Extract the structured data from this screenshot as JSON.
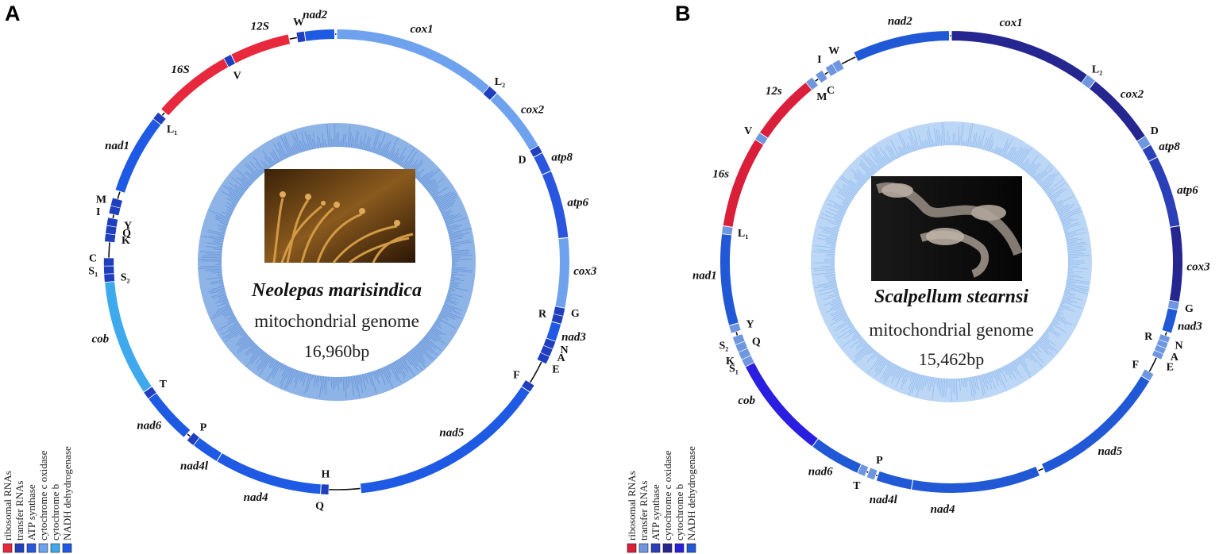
{
  "panels": [
    {
      "letter": "A",
      "species": "Neolepas marisindica",
      "subtitle": "mitochondrial genome",
      "length": "16,960bp",
      "colors": {
        "rRNA": "#e8283c",
        "tRNA": "#1f3fbf",
        "atp": "#2a55df",
        "cox": "#6fa2ee",
        "cob": "#3fa9ee",
        "nad": "#1e5ae3"
      },
      "genes": [
        {
          "name": "cox1",
          "type": "cox",
          "start": 0,
          "end": 41
        },
        {
          "name": "L2",
          "type": "tRNA",
          "start": 41,
          "end": 43.5
        },
        {
          "name": "cox2",
          "type": "cox",
          "start": 43.5,
          "end": 60
        },
        {
          "name": "D",
          "type": "tRNA",
          "start": 60,
          "end": 62
        },
        {
          "name": "atp8",
          "type": "atp",
          "start": 62,
          "end": 67
        },
        {
          "name": "atp6",
          "type": "atp",
          "start": 67,
          "end": 84
        },
        {
          "name": "cox3",
          "type": "cox",
          "start": 84,
          "end": 101.5
        },
        {
          "name": "G",
          "type": "tRNA",
          "start": 101.5,
          "end": 103.5
        },
        {
          "name": "R",
          "type": "tRNA",
          "start": 103.5,
          "end": 105.5
        },
        {
          "name": "nad3",
          "type": "nad",
          "start": 105.5,
          "end": 110
        },
        {
          "name": "N",
          "type": "tRNA",
          "start": 110,
          "end": 112
        },
        {
          "name": "A",
          "type": "tRNA",
          "start": 112,
          "end": 114
        },
        {
          "name": "E",
          "type": "tRNA",
          "start": 114,
          "end": 116
        },
        {
          "name": "F",
          "type": "tRNA",
          "start": 122,
          "end": 124
        },
        {
          "name": "nad5",
          "type": "nad",
          "start": 124,
          "end": 174
        },
        {
          "name": "H",
          "type": "tRNA",
          "start": 182,
          "end": 184
        },
        {
          "name": "nad4",
          "type": "nad",
          "start": 184,
          "end": 211
        },
        {
          "name": "nad4l",
          "type": "nad",
          "start": 211,
          "end": 218
        },
        {
          "name": "P",
          "type": "tRNA",
          "start": 218,
          "end": 220
        },
        {
          "name": "nad6",
          "type": "nad",
          "start": 221,
          "end": 234
        },
        {
          "name": "T",
          "type": "tRNA",
          "start": 234,
          "end": 236
        },
        {
          "name": "cob",
          "type": "cob",
          "start": 236,
          "end": 265
        },
        {
          "name": "S2",
          "type": "tRNA",
          "start": 265,
          "end": 267
        },
        {
          "name": "S1",
          "type": "tRNA",
          "start": 267,
          "end": 269
        },
        {
          "name": "C",
          "type": "tRNA",
          "start": 269,
          "end": 271
        },
        {
          "name": "K",
          "type": "tRNA",
          "start": 275,
          "end": 277
        },
        {
          "name": "Q",
          "type": "tRNA",
          "start": 277,
          "end": 279
        },
        {
          "name": "Y",
          "type": "tRNA",
          "start": 279,
          "end": 281
        },
        {
          "name": "I",
          "type": "tRNA",
          "start": 282,
          "end": 284
        },
        {
          "name": "M",
          "type": "tRNA",
          "start": 284,
          "end": 286
        },
        {
          "name": "nad1",
          "type": "nad",
          "start": 288,
          "end": 308
        },
        {
          "name": "L1",
          "type": "tRNA",
          "start": 308,
          "end": 310
        },
        {
          "name": "16S",
          "type": "rRNA",
          "start": 311,
          "end": 331
        },
        {
          "name": "V",
          "type": "tRNA",
          "start": 331,
          "end": 333
        },
        {
          "name": "12S",
          "type": "rRNA",
          "start": 333,
          "end": 348
        },
        {
          "name": "W",
          "type": "tRNA",
          "start": 350,
          "end": 352
        },
        {
          "name": "nad2",
          "type": "nad",
          "start": 352,
          "end": 359.5
        }
      ],
      "labels": [
        {
          "text": "cox1",
          "kind": "gene",
          "angle": 20,
          "out": true
        },
        {
          "text": "L2",
          "kind": "trna",
          "angle": 42,
          "out": true
        },
        {
          "text": "cox2",
          "kind": "gene",
          "angle": 52,
          "out": true
        },
        {
          "text": "D",
          "kind": "trna",
          "angle": 61,
          "out": false
        },
        {
          "text": "atp8",
          "kind": "gene",
          "angle": 65,
          "out": true
        },
        {
          "text": "atp6",
          "kind": "gene",
          "angle": 76,
          "out": true
        },
        {
          "text": "cox3",
          "kind": "gene",
          "angle": 92,
          "out": true
        },
        {
          "text": "G",
          "kind": "trna",
          "angle": 102,
          "out": true
        },
        {
          "text": "R",
          "kind": "trna",
          "angle": 104,
          "out": false
        },
        {
          "text": "nad3",
          "kind": "gene",
          "angle": 107.5,
          "out": true
        },
        {
          "text": "N",
          "kind": "trna",
          "angle": 111,
          "out": true
        },
        {
          "text": "A",
          "kind": "trna",
          "angle": 113,
          "out": true
        },
        {
          "text": "E",
          "kind": "trna",
          "angle": 116,
          "out": true
        },
        {
          "text": "F",
          "kind": "trna",
          "angle": 122,
          "out": false
        },
        {
          "text": "nad5",
          "kind": "gene",
          "angle": 146,
          "out": false
        },
        {
          "text": "H",
          "kind": "trna",
          "angle": 183,
          "out": false
        },
        {
          "text": "Q",
          "kind": "trna",
          "angle": 184,
          "out": true
        },
        {
          "text": "nad4",
          "kind": "gene",
          "angle": 199,
          "out": true
        },
        {
          "text": "nad4l",
          "kind": "gene",
          "angle": 215,
          "out": true
        },
        {
          "text": "P",
          "kind": "trna",
          "angle": 219,
          "out": false
        },
        {
          "text": "T",
          "kind": "trna",
          "angle": 235,
          "out": false
        },
        {
          "text": "nad6",
          "kind": "gene",
          "angle": 229,
          "out": true
        },
        {
          "text": "cob",
          "kind": "gene",
          "angle": 252,
          "out": true
        },
        {
          "text": "S2",
          "kind": "trna",
          "angle": 266,
          "out": false
        },
        {
          "text": "S1",
          "kind": "trna",
          "angle": 268,
          "out": true
        },
        {
          "text": "C",
          "kind": "trna",
          "angle": 271,
          "out": true
        },
        {
          "text": "K",
          "kind": "trna",
          "angle": 276,
          "out": false
        },
        {
          "text": "Q",
          "kind": "trna",
          "angle": 278,
          "out": false
        },
        {
          "text": "Y",
          "kind": "trna",
          "angle": 280,
          "out": false
        },
        {
          "text": "I",
          "kind": "trna",
          "angle": 282,
          "out": true
        },
        {
          "text": "M",
          "kind": "trna",
          "angle": 285,
          "out": true
        },
        {
          "text": "nad1",
          "kind": "gene",
          "angle": 298,
          "out": true
        },
        {
          "text": "L1",
          "kind": "trna",
          "angle": 309,
          "out": false
        },
        {
          "text": "16S",
          "kind": "gene",
          "angle": 321,
          "out": true
        },
        {
          "text": "V",
          "kind": "trna",
          "angle": 332,
          "out": false
        },
        {
          "text": "12S",
          "kind": "gene",
          "angle": 342,
          "out": true
        },
        {
          "text": "W",
          "kind": "trna",
          "angle": 351,
          "out": true
        },
        {
          "text": "nad2",
          "kind": "gene",
          "angle": 355,
          "out": true
        }
      ]
    },
    {
      "letter": "B",
      "species": "Scalpellum stearnsi",
      "subtitle": "mitochondrial genome",
      "length": "15,462bp",
      "colors": {
        "rRNA": "#d91f3a",
        "tRNA": "#6f97e0",
        "atp": "#2a3fb8",
        "cox": "#25268f",
        "cob": "#2a1fe0",
        "nad": "#2158d6"
      },
      "genes": [
        {
          "name": "cox1",
          "type": "cox",
          "start": 0,
          "end": 36
        },
        {
          "name": "L2",
          "type": "tRNA",
          "start": 36,
          "end": 38.5
        },
        {
          "name": "cox2",
          "type": "cox",
          "start": 38.5,
          "end": 57
        },
        {
          "name": "D",
          "type": "tRNA",
          "start": 57,
          "end": 59.5
        },
        {
          "name": "atp8",
          "type": "atp",
          "start": 59.5,
          "end": 63
        },
        {
          "name": "atp6",
          "type": "atp",
          "start": 63,
          "end": 81
        },
        {
          "name": "cox3",
          "type": "cox",
          "start": 81,
          "end": 100
        },
        {
          "name": "G",
          "type": "tRNA",
          "start": 100,
          "end": 102
        },
        {
          "name": "nad3",
          "type": "nad",
          "start": 102,
          "end": 108
        },
        {
          "name": "N",
          "type": "tRNA",
          "start": 109,
          "end": 110.5
        },
        {
          "name": "R",
          "type": "tRNA",
          "start": 110.5,
          "end": 112
        },
        {
          "name": "A",
          "type": "tRNA",
          "start": 112,
          "end": 113.5
        },
        {
          "name": "E",
          "type": "tRNA",
          "start": 113.5,
          "end": 115
        },
        {
          "name": "F",
          "type": "tRNA",
          "start": 119,
          "end": 121
        },
        {
          "name": "nad5",
          "type": "nad",
          "start": 121,
          "end": 156
        },
        {
          "name": "nad4",
          "type": "nad",
          "start": 157.5,
          "end": 190
        },
        {
          "name": "nad4l",
          "type": "nad",
          "start": 190,
          "end": 199
        },
        {
          "name": "P",
          "type": "tRNA",
          "start": 199.5,
          "end": 201.5
        },
        {
          "name": "T",
          "type": "tRNA",
          "start": 202,
          "end": 204
        },
        {
          "name": "nad6",
          "type": "nad",
          "start": 204,
          "end": 217
        },
        {
          "name": "cob",
          "type": "cob",
          "start": 217,
          "end": 243
        },
        {
          "name": "S1",
          "type": "tRNA",
          "start": 243,
          "end": 245
        },
        {
          "name": "K",
          "type": "tRNA",
          "start": 245,
          "end": 247
        },
        {
          "name": "Q",
          "type": "tRNA",
          "start": 247,
          "end": 249
        },
        {
          "name": "S2",
          "type": "tRNA",
          "start": 249,
          "end": 251
        },
        {
          "name": "Y",
          "type": "tRNA",
          "start": 252,
          "end": 254
        },
        {
          "name": "nad1",
          "type": "nad",
          "start": 254,
          "end": 277
        },
        {
          "name": "L1",
          "type": "tRNA",
          "start": 277,
          "end": 279
        },
        {
          "name": "16s",
          "type": "rRNA",
          "start": 279,
          "end": 302
        },
        {
          "name": "V",
          "type": "tRNA",
          "start": 302,
          "end": 304
        },
        {
          "name": "12s",
          "type": "rRNA",
          "start": 304,
          "end": 321
        },
        {
          "name": "M",
          "type": "tRNA",
          "start": 321,
          "end": 323
        },
        {
          "name": "C",
          "type": "tRNA",
          "start": 324,
          "end": 326
        },
        {
          "name": "I",
          "type": "tRNA",
          "start": 327,
          "end": 329
        },
        {
          "name": "W",
          "type": "tRNA",
          "start": 329,
          "end": 331
        },
        {
          "name": "nad2",
          "type": "nad",
          "start": 335,
          "end": 359.5
        }
      ],
      "labels": [
        {
          "text": "cox1",
          "kind": "gene",
          "angle": 14,
          "out": true
        },
        {
          "text": "L2",
          "kind": "trna",
          "angle": 37,
          "out": true
        },
        {
          "text": "cox2",
          "kind": "gene",
          "angle": 47,
          "out": true
        },
        {
          "text": "D",
          "kind": "trna",
          "angle": 57,
          "out": true
        },
        {
          "text": "atp8",
          "kind": "gene",
          "angle": 62,
          "out": true
        },
        {
          "text": "atp6",
          "kind": "gene",
          "angle": 73,
          "out": true
        },
        {
          "text": "cox3",
          "kind": "gene",
          "angle": 91,
          "out": true
        },
        {
          "text": "G",
          "kind": "trna",
          "angle": 101,
          "out": true
        },
        {
          "text": "nad3",
          "kind": "gene",
          "angle": 105,
          "out": true
        },
        {
          "text": "N",
          "kind": "trna",
          "angle": 110,
          "out": true
        },
        {
          "text": "R",
          "kind": "trna",
          "angle": 110.5,
          "out": false
        },
        {
          "text": "A",
          "kind": "trna",
          "angle": 113,
          "out": true
        },
        {
          "text": "E",
          "kind": "trna",
          "angle": 115.5,
          "out": true
        },
        {
          "text": "F",
          "kind": "trna",
          "angle": 119,
          "out": false
        },
        {
          "text": "nad5",
          "kind": "gene",
          "angle": 140,
          "out": true
        },
        {
          "text": "nad4",
          "kind": "gene",
          "angle": 182,
          "out": true
        },
        {
          "text": "nad4l",
          "kind": "gene",
          "angle": 196,
          "out": true
        },
        {
          "text": "P",
          "kind": "trna",
          "angle": 200,
          "out": false
        },
        {
          "text": "T",
          "kind": "trna",
          "angle": 203,
          "out": true
        },
        {
          "text": "nad6",
          "kind": "gene",
          "angle": 212,
          "out": true
        },
        {
          "text": "cob",
          "kind": "gene",
          "angle": 236,
          "out": true
        },
        {
          "text": "S1",
          "kind": "trna",
          "angle": 244,
          "out": true
        },
        {
          "text": "K",
          "kind": "trna",
          "angle": 246,
          "out": true
        },
        {
          "text": "Q",
          "kind": "trna",
          "angle": 248,
          "out": false
        },
        {
          "text": "S2",
          "kind": "trna",
          "angle": 250,
          "out": true
        },
        {
          "text": "Y",
          "kind": "trna",
          "angle": 253,
          "out": false
        },
        {
          "text": "nad1",
          "kind": "gene",
          "angle": 267,
          "out": true
        },
        {
          "text": "L1",
          "kind": "trna",
          "angle": 278,
          "out": false
        },
        {
          "text": "16s",
          "kind": "gene",
          "angle": 291,
          "out": true
        },
        {
          "text": "V",
          "kind": "trna",
          "angle": 303,
          "out": true
        },
        {
          "text": "12s",
          "kind": "gene",
          "angle": 314,
          "out": true
        },
        {
          "text": "M",
          "kind": "trna",
          "angle": 322,
          "out": false
        },
        {
          "text": "C",
          "kind": "trna",
          "angle": 325,
          "out": false
        },
        {
          "text": "I",
          "kind": "trna",
          "angle": 327,
          "out": true
        },
        {
          "text": "W",
          "kind": "trna",
          "angle": 331,
          "out": true
        },
        {
          "text": "nad2",
          "kind": "gene",
          "angle": 348,
          "out": true
        }
      ]
    }
  ],
  "legend": [
    {
      "label": "ribosomal RNAs",
      "type": "rRNA"
    },
    {
      "label": "transfer RNAs",
      "type": "tRNA"
    },
    {
      "label": "ATP synthase",
      "type": "atp"
    },
    {
      "label": "cytochrome c oxidase",
      "type": "cox"
    },
    {
      "label": "cytochrome b",
      "type": "cob"
    },
    {
      "label": "NADH dehydrogenase",
      "type": "nad"
    }
  ]
}
